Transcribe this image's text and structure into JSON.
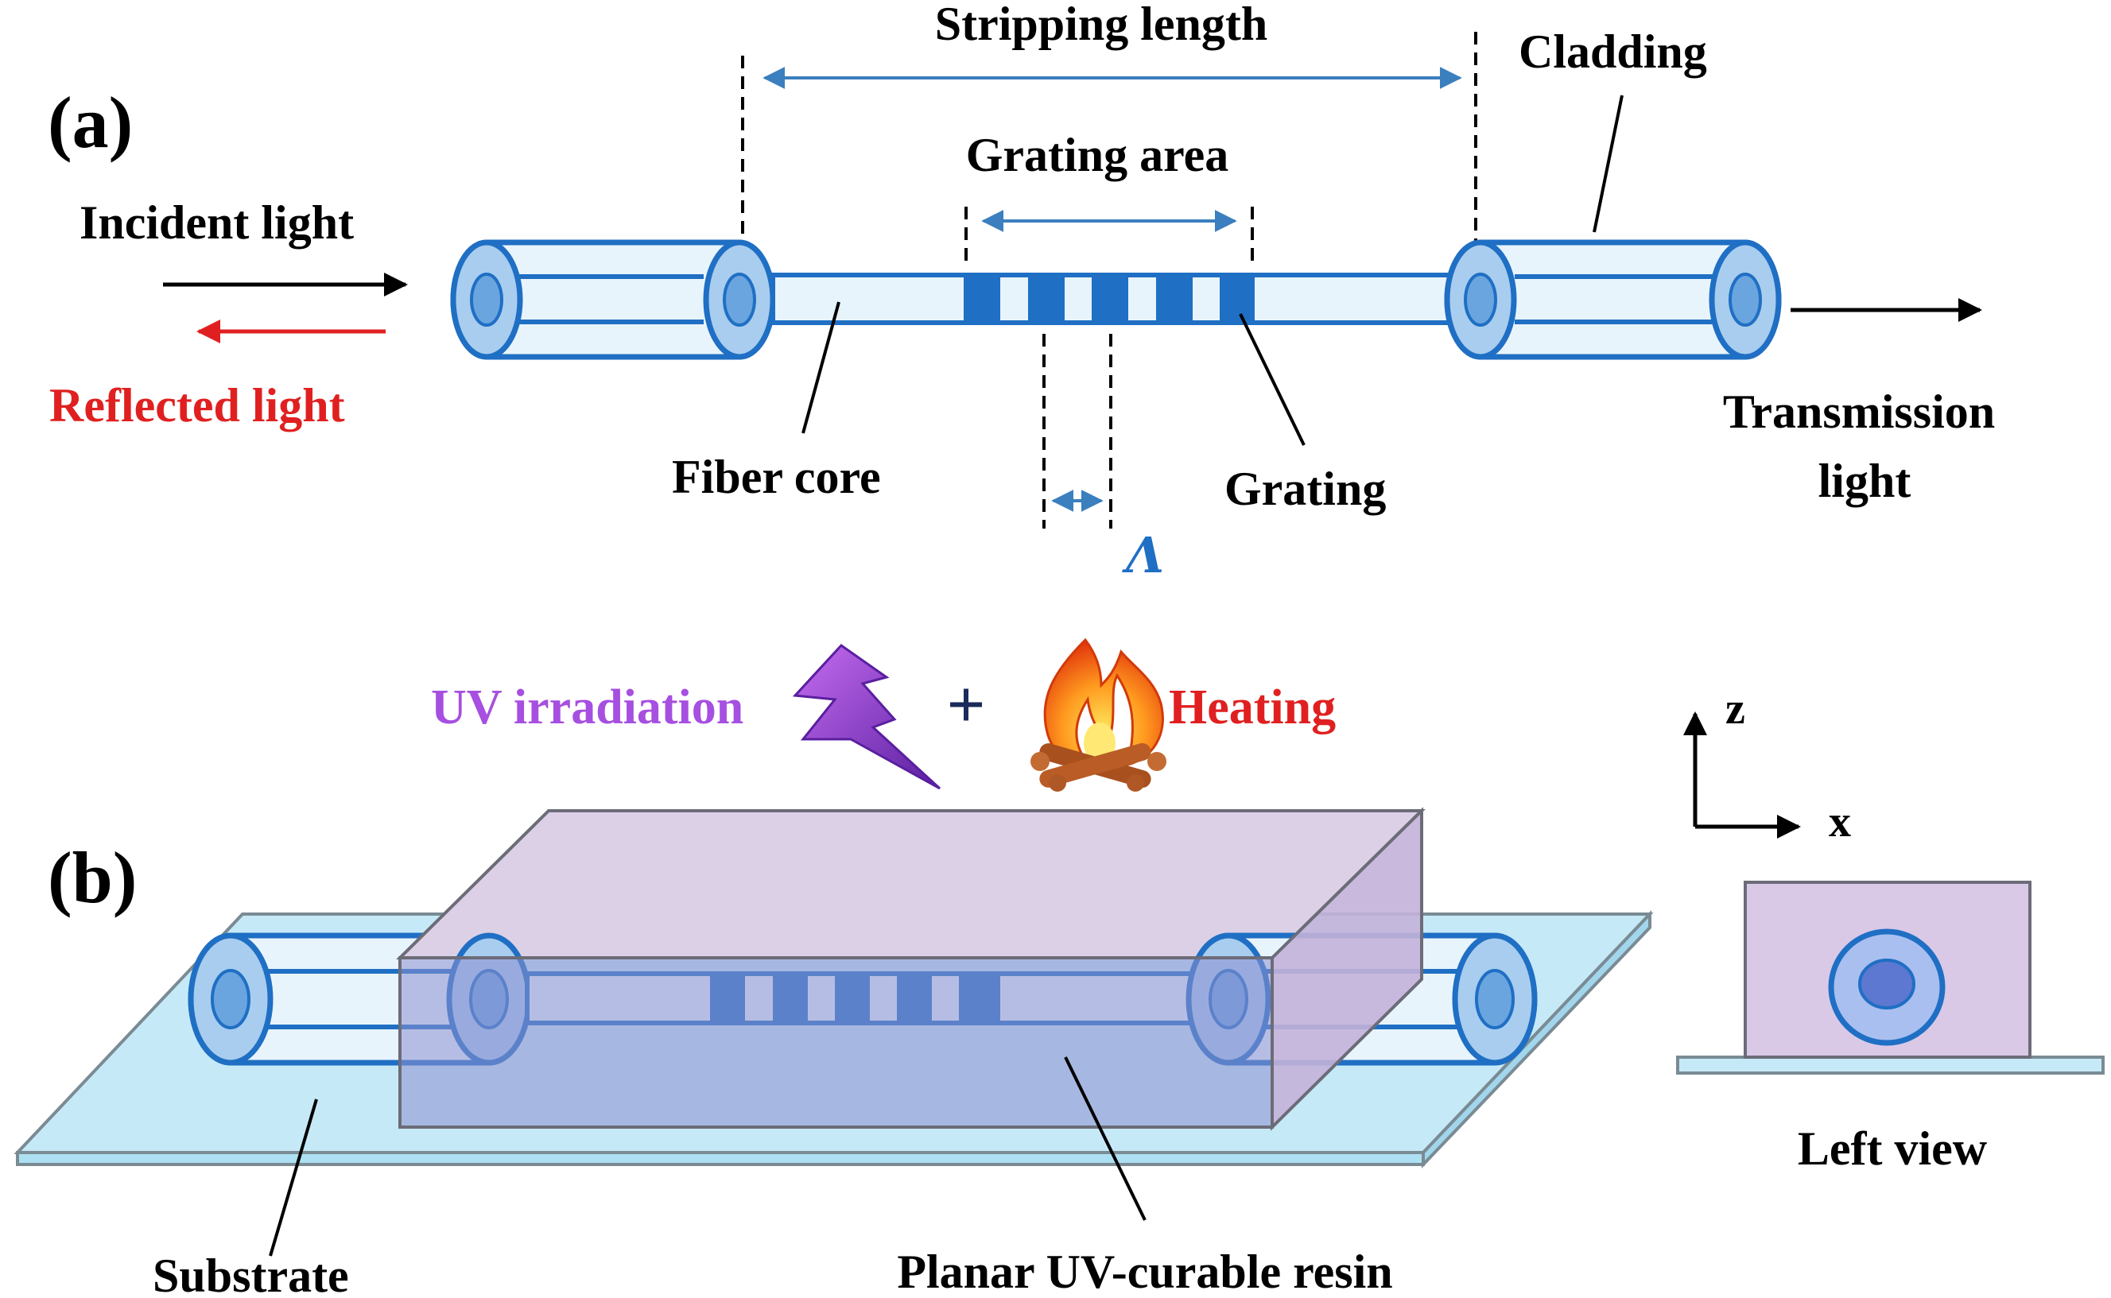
{
  "panel_a": {
    "tag": "(a)",
    "stripping_length": "Stripping length",
    "cladding": "Cladding",
    "grating_area": "Grating area",
    "incident_light": "Incident light",
    "reflected_light": "Reflected light",
    "fiber_core": "Fiber core",
    "grating": "Grating",
    "transmission_line1": "Transmission",
    "transmission_line2": "light",
    "period_symbol": "Λ"
  },
  "panel_b": {
    "tag": "(b)",
    "uv_irradiation": "UV irradiation",
    "plus": "+",
    "heating": "Heating",
    "axis_z": "z",
    "axis_x": "x",
    "substrate": "Substrate",
    "resin": "Planar UV-curable resin",
    "left_view": "Left view"
  },
  "colors": {
    "fiber_blue": "#1f6fc4",
    "cladding_fill": "#e8f4fc",
    "end_face": "#a9cdef",
    "core_dot": "#6aa5df",
    "reflected_red": "#e02020",
    "uv_purple": "#a64fe0",
    "heating_red": "#e02020",
    "dim_arrow": "#3b7fbe",
    "resin_top": "#dcd0e6",
    "resin_front": "#a4a8d8",
    "substrate": "#c6e9f7"
  }
}
